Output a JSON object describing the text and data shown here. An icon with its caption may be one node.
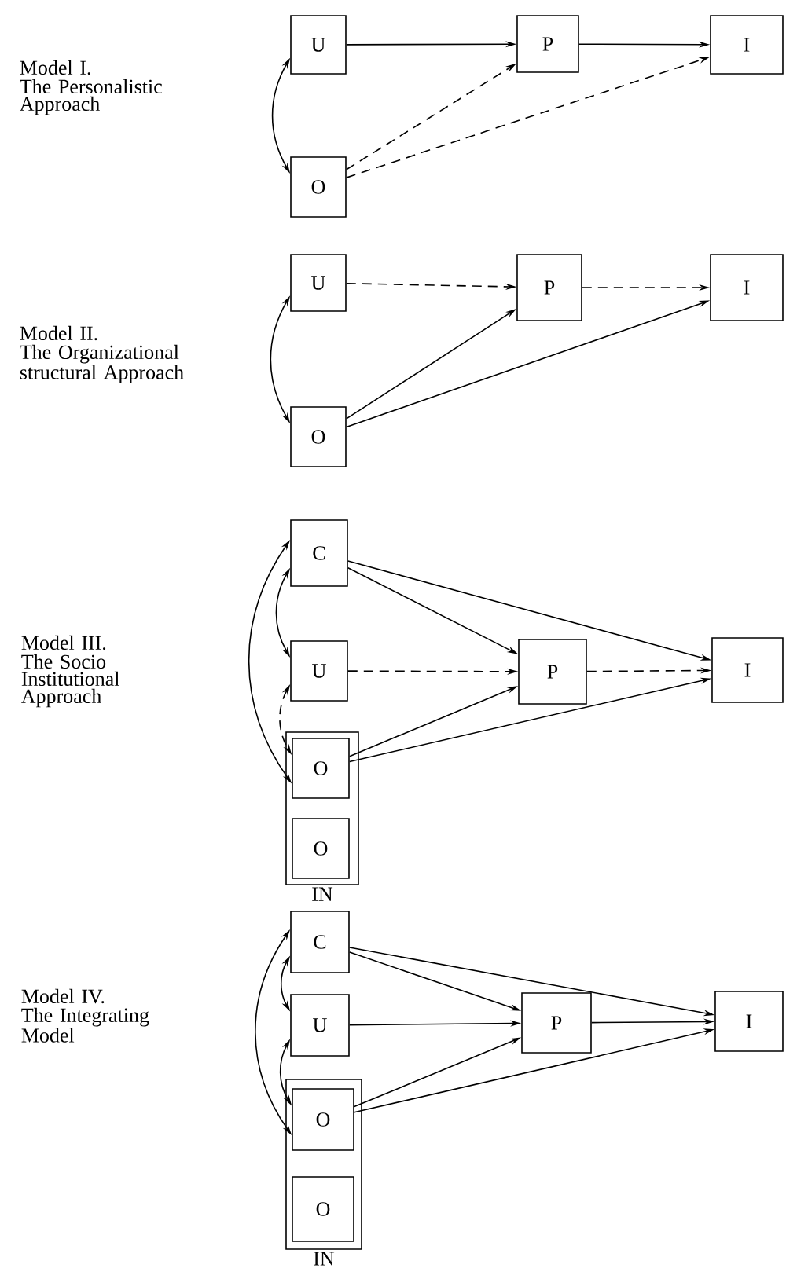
{
  "diagram": {
    "nodes": [
      {
        "text": [
          "U"
        ]
      },
      {
        "text": [
          "O"
        ]
      },
      {
        "text": [
          "P"
        ]
      },
      {
        "text": [
          "I"
        ]
      },
      {
        "text": [
          "U"
        ]
      },
      {
        "text": [
          "O"
        ]
      },
      {
        "text": [
          "P"
        ]
      },
      {
        "text": [
          "I"
        ]
      },
      {
        "text": [
          "C"
        ]
      },
      {
        "text": [
          "U"
        ]
      },
      {
        "text": [
          "IN"
        ]
      },
      {
        "text": [
          "O"
        ],
        "in": 10
      },
      {
        "text": [
          "O"
        ],
        "in": 10
      },
      {
        "text": [
          "P"
        ]
      },
      {
        "text": [
          "I"
        ]
      },
      {
        "text": [
          "C"
        ]
      },
      {
        "text": [
          "U"
        ]
      },
      {
        "text": [
          "IN"
        ]
      },
      {
        "text": [
          "O"
        ],
        "in": 17
      },
      {
        "text": [
          "O"
        ],
        "in": 17
      },
      {
        "text": [
          "P"
        ]
      },
      {
        "text": [
          "I"
        ]
      }
    ],
    "edges": [
      {
        "from": 0,
        "to": 2,
        "arrow": "to"
      },
      {
        "from": 2,
        "to": 3,
        "arrow": "to"
      },
      {
        "from": 1,
        "to": 2,
        "arrow": "to",
        "style": "dashed"
      },
      {
        "from": 1,
        "to": 3,
        "arrow": "to",
        "style": "dashed"
      },
      {
        "from": 0,
        "to": 1,
        "arrow": "both"
      },
      {
        "from": 4,
        "to": 6,
        "arrow": "to",
        "style": "dashed"
      },
      {
        "from": 6,
        "to": 7,
        "arrow": "to",
        "style": "dashed"
      },
      {
        "from": 5,
        "to": 6,
        "arrow": "to"
      },
      {
        "from": 5,
        "to": 7,
        "arrow": "to"
      },
      {
        "from": 4,
        "to": 5,
        "arrow": "both"
      },
      {
        "from": 8,
        "to": 13,
        "arrow": "to"
      },
      {
        "from": 8,
        "to": 14,
        "arrow": "to"
      },
      {
        "from": 9,
        "to": 13,
        "arrow": "to",
        "style": "dashed"
      },
      {
        "from": 13,
        "to": 14,
        "arrow": "to",
        "style": "dashed"
      },
      {
        "from": 11,
        "to": 13,
        "arrow": "to"
      },
      {
        "from": 11,
        "to": 14,
        "arrow": "to"
      },
      {
        "from": 8,
        "to": 9,
        "arrow": "both"
      },
      {
        "from": 8,
        "to": 11,
        "arrow": "both"
      },
      {
        "from": 9,
        "to": 11,
        "arrow": "both",
        "style": "dashed"
      },
      {
        "from": 15,
        "to": 20,
        "arrow": "to"
      },
      {
        "from": 15,
        "to": 21,
        "arrow": "to"
      },
      {
        "from": 16,
        "to": 20,
        "arrow": "to"
      },
      {
        "from": 20,
        "to": 21,
        "arrow": "to"
      },
      {
        "from": 18,
        "to": 20,
        "arrow": "to"
      },
      {
        "from": 18,
        "to": 21,
        "arrow": "to"
      },
      {
        "from": 15,
        "to": 16,
        "arrow": "both"
      },
      {
        "from": 15,
        "to": 18,
        "arrow": "both"
      },
      {
        "from": 16,
        "to": 18,
        "arrow": "both"
      }
    ],
    "labels": [
      "Model I.",
      "The Personalistic Approach",
      "Model II.",
      "The Organizational structural Approach",
      "Model III.",
      "The Socio Institutional Approach",
      "Model IV.",
      "The Integrating Model"
    ]
  }
}
